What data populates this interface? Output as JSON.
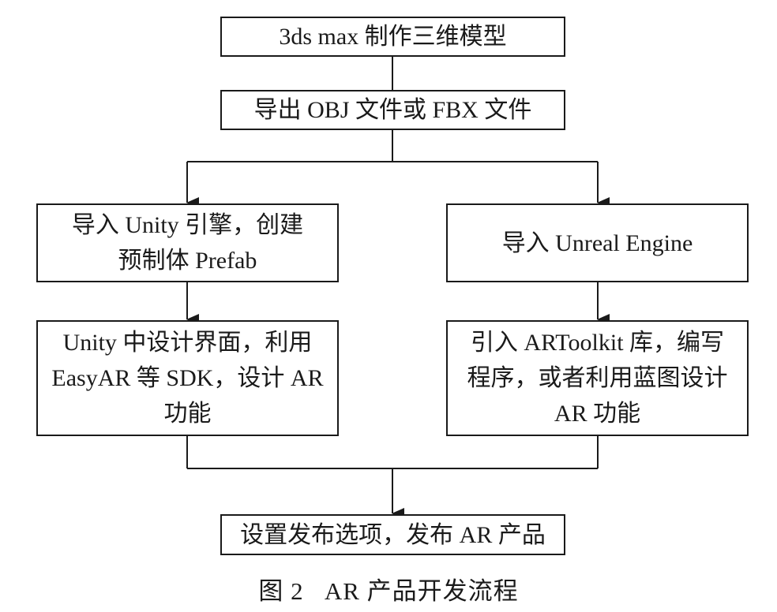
{
  "diagram": {
    "nodes": [
      {
        "id": "n1",
        "lines": [
          "3ds max 制作三维模型"
        ]
      },
      {
        "id": "n2",
        "lines": [
          "导出 OBJ 文件或 FBX 文件"
        ]
      },
      {
        "id": "n3",
        "lines": [
          "导入 Unity 引擎，创建",
          "预制体 Prefab"
        ]
      },
      {
        "id": "n4",
        "lines": [
          "导入 Unreal Engine"
        ]
      },
      {
        "id": "n5",
        "lines": [
          "Unity 中设计界面，利用",
          "EasyAR 等 SDK，设计 AR",
          "功能"
        ]
      },
      {
        "id": "n6",
        "lines": [
          "引入 ARToolkit 库，编写",
          "程序，或者利用蓝图设计",
          "AR 功能"
        ]
      },
      {
        "id": "n7",
        "lines": [
          "设置发布选项，发布 AR 产品"
        ]
      }
    ],
    "edges": [
      {
        "from": "n1",
        "to": "n2"
      },
      {
        "from": "n2",
        "to": "n3"
      },
      {
        "from": "n2",
        "to": "n4"
      },
      {
        "from": "n3",
        "to": "n5"
      },
      {
        "from": "n4",
        "to": "n6"
      },
      {
        "from": "n5",
        "to": "n7"
      },
      {
        "from": "n6",
        "to": "n7"
      }
    ],
    "caption": "图 2   AR 产品开发流程"
  }
}
